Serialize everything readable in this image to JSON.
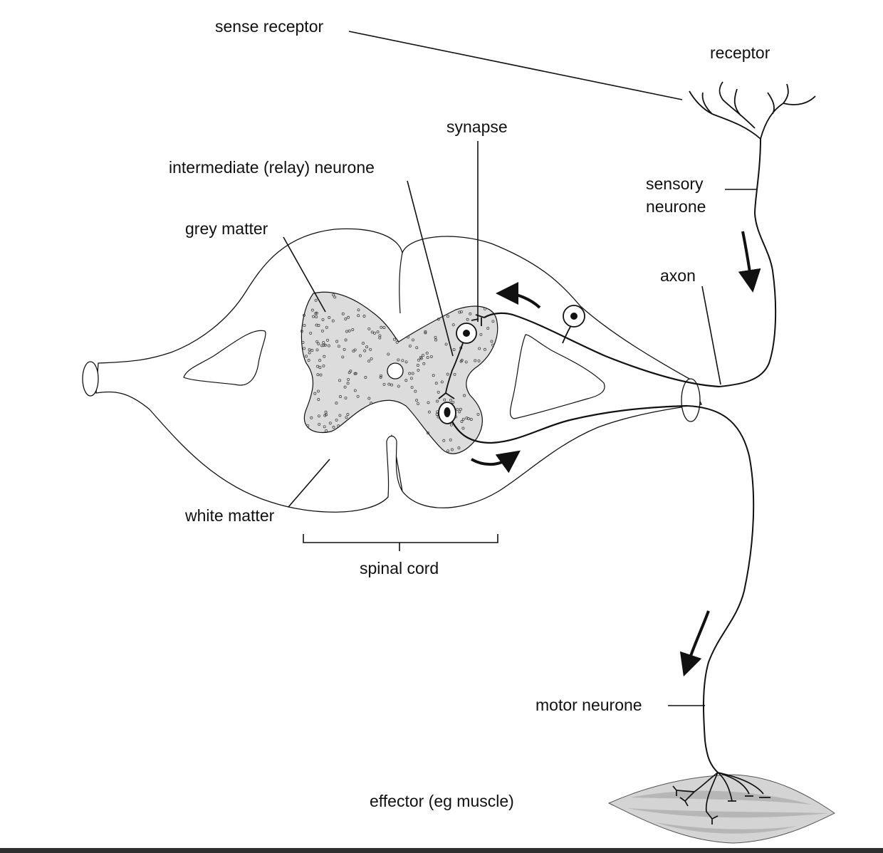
{
  "labels": {
    "sense_receptor": "sense receptor",
    "receptor": "receptor",
    "synapse": "synapse",
    "intermediate_neurone": "intermediate (relay) neurone",
    "sensory_neurone_line1": "sensory",
    "sensory_neurone_line2": "neurone",
    "grey_matter": "grey matter",
    "axon": "axon",
    "white_matter": "white matter",
    "spinal_cord": "spinal cord",
    "motor_neurone": "motor neurone",
    "effector": "effector (eg  muscle)"
  },
  "colors": {
    "line": "#111111",
    "grey_matter_fill": "#dcdcdc",
    "muscle_fill": "#d4d4d4",
    "muscle_band": "#b6b6b6",
    "background": "#ffffff"
  }
}
